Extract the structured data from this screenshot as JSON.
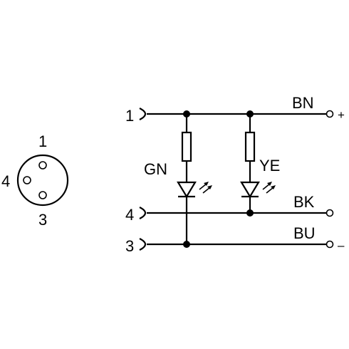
{
  "connector_face": {
    "pin_top": "1",
    "pin_left": "4",
    "pin_bottom": "3"
  },
  "schematic": {
    "pin_1": "1",
    "pin_4": "4",
    "pin_3": "3",
    "led_green_label": "GN",
    "led_yellow_label": "YE",
    "wire_brown": "BN",
    "wire_black": "BK",
    "wire_blue": "BU",
    "plus_sign": "+",
    "minus_sign": "–"
  }
}
